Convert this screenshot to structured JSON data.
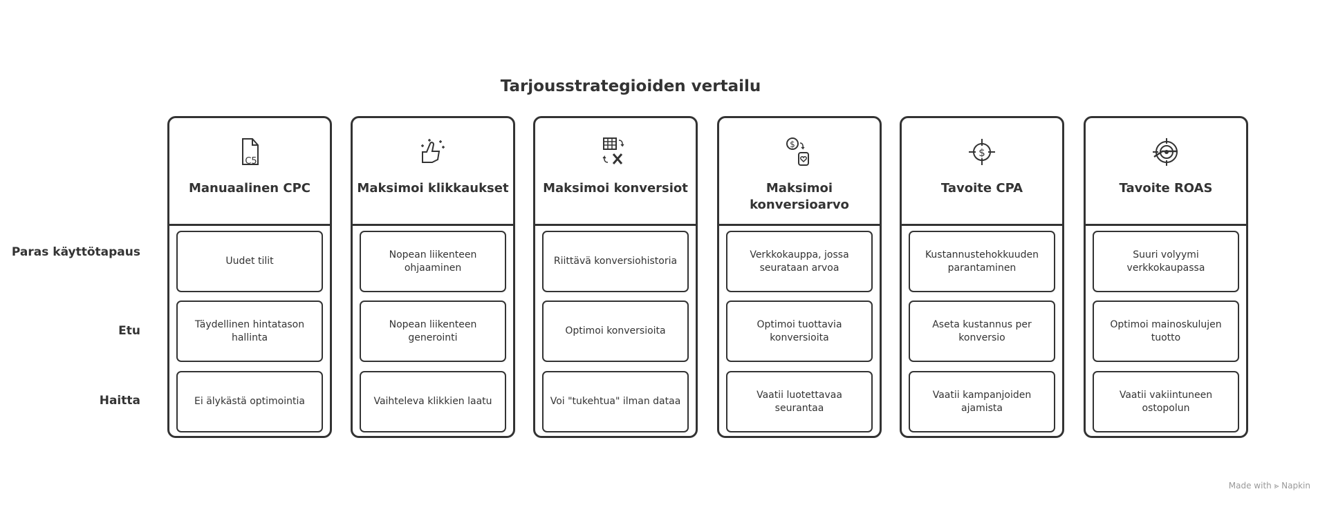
{
  "title": "Tarjousstrategioiden vertailu",
  "row_labels": [
    "Paras käyttötapaus",
    "Etu",
    "Haitta"
  ],
  "cards": [
    {
      "title": "Manuaalinen CPC",
      "icon": "document-c5-icon",
      "cells": [
        "Uudet tilit",
        "Täydellinen hintatason hallinta",
        "Ei älykästä optimointia"
      ]
    },
    {
      "title": "Maksimoi klikkaukset",
      "icon": "thumbs-up-sparkle-icon",
      "cells": [
        "Nopean liikenteen ohjaaminen",
        "Nopean liikenteen generointi",
        "Vaihteleva klikkien laatu"
      ]
    },
    {
      "title": "Maksimoi konversiot",
      "icon": "spreadsheet-convert-icon",
      "cells": [
        "Riittävä konversiohistoria",
        "Optimoi konversioita",
        "Voi \"tukehtua\" ilman dataa"
      ]
    },
    {
      "title": "Maksimoi konversioarvo",
      "icon": "dollar-to-jar-icon",
      "cells": [
        "Verkkokauppa, jossa seurataan arvoa",
        "Optimoi tuottavia konversioita",
        "Vaatii luotettavaa seurantaa"
      ]
    },
    {
      "title": "Tavoite CPA",
      "icon": "dollar-target-icon",
      "cells": [
        "Kustannustehokkuuden parantaminen",
        "Aseta kustannus per konversio",
        "Vaatii kampanjoiden ajamista"
      ]
    },
    {
      "title": "Tavoite ROAS",
      "icon": "target-hand-icon",
      "cells": [
        "Suuri volyymi verkkokaupassa",
        "Optimoi mainoskulujen tuotto",
        "Vaatii vakiintuneen ostopolun"
      ]
    }
  ],
  "watermark": "Made with ⪢ Napkin"
}
